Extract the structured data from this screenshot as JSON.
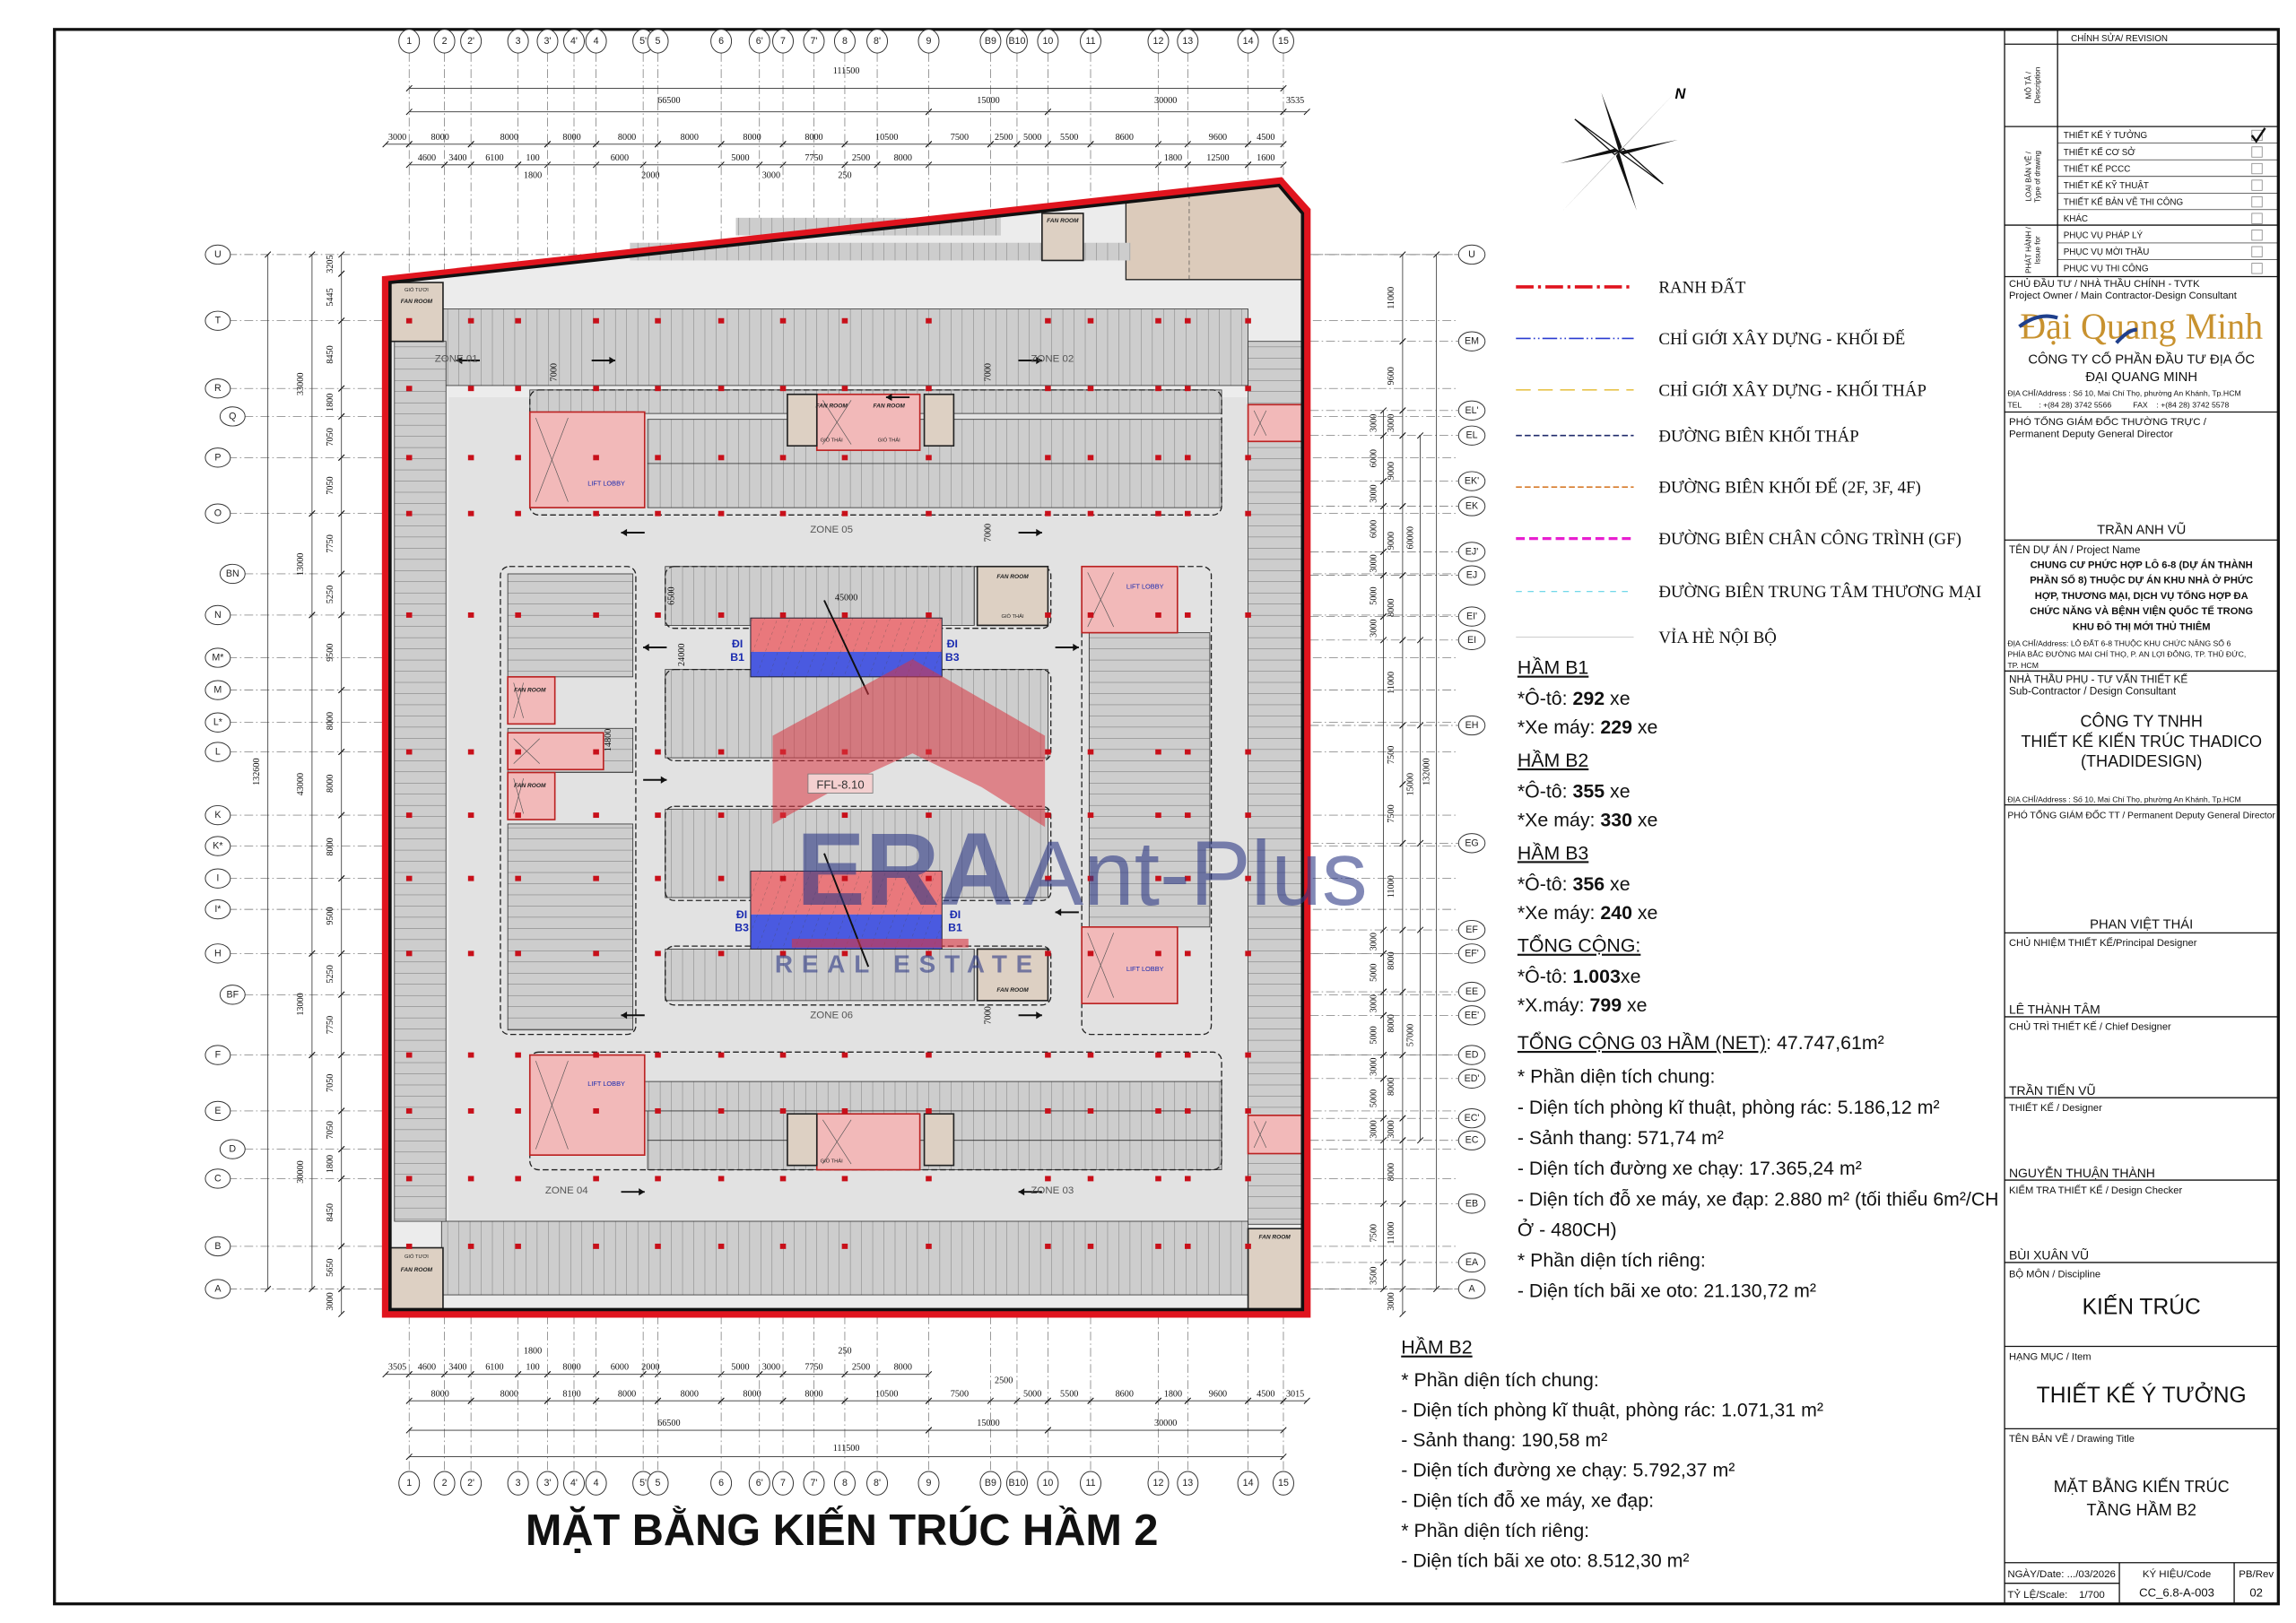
{
  "drawing_title": "MẶT BẰNG KIẾN TRÚC HẦM 2",
  "grid": {
    "columns": [
      "1",
      "2",
      "2'",
      "3",
      "3'",
      "4'",
      "4",
      "5'",
      "5",
      "6",
      "6'",
      "7",
      "7'",
      "8",
      "8'",
      "9",
      "B9",
      "B10",
      "10",
      "11",
      "12",
      "13",
      "14",
      "15"
    ],
    "rows_left": [
      "U",
      "T",
      "R",
      "Q",
      "P",
      "O",
      "BN",
      "N",
      "M*",
      "M",
      "L*",
      "L",
      "K",
      "K*",
      "I",
      "I*",
      "H",
      "BF",
      "F",
      "E",
      "D",
      "C",
      "B",
      "A"
    ],
    "rows_right": [
      "U",
      "EM",
      "EL'",
      "EL",
      "EK'",
      "EK",
      "EJ'",
      "EJ",
      "EI'",
      "EI",
      "EH",
      "EG",
      "EF",
      "EF'",
      "EE",
      "EE'",
      "ED",
      "ED'",
      "EC'",
      "EC",
      "EB",
      "EA",
      "A"
    ]
  },
  "dimensions": {
    "top_overall": [
      [
        "111500",
        "1",
        "15"
      ]
    ],
    "top_totals": [
      [
        "66500",
        "1",
        "9"
      ],
      [
        "15000",
        "9",
        "10"
      ],
      [
        "30000",
        "10",
        "15"
      ],
      [
        "3535",
        "15",
        ">"
      ]
    ],
    "top_main": [
      [
        "3000",
        "<",
        "1"
      ],
      [
        "8000",
        "1",
        "2'"
      ],
      [
        "8000",
        "2'",
        "3'"
      ],
      [
        "8000",
        "3'",
        "4"
      ],
      [
        "8000",
        "4",
        "5"
      ],
      [
        "8000",
        "5",
        "6"
      ],
      [
        "8000",
        "6",
        "7"
      ],
      [
        "8000",
        "7",
        "8"
      ],
      [
        "10500",
        "8",
        "9"
      ],
      [
        "7500",
        "9",
        "B9"
      ],
      [
        "2500",
        "B9",
        "B10"
      ],
      [
        "5000",
        "B10",
        "10"
      ],
      [
        "5500",
        "10",
        "11"
      ],
      [
        "8600",
        "11",
        "12"
      ],
      [
        "9600",
        "13",
        "14"
      ],
      [
        "4500",
        "14",
        "15"
      ]
    ],
    "top_sub": [
      [
        "4600",
        "1",
        "2"
      ],
      [
        "3400",
        "2",
        "2'"
      ],
      [
        "6100",
        "2'",
        "3"
      ],
      [
        "100",
        "3",
        "3'"
      ],
      [
        "6000",
        "4",
        "5'"
      ],
      [
        "5000",
        "6",
        "6'"
      ],
      [
        "7750",
        "7",
        "8"
      ],
      [
        "2500",
        "8",
        "8'"
      ],
      [
        "8000",
        "8'",
        "9"
      ],
      [
        "1800",
        "12",
        "13"
      ],
      [
        "12500",
        "13",
        "14"
      ],
      [
        "1600",
        "14",
        "15"
      ]
    ],
    "top_below": [
      [
        "1800",
        "3",
        "3'"
      ],
      [
        "2000",
        "5'",
        "5"
      ],
      [
        "3000",
        "6'",
        "7"
      ],
      [
        "250",
        "8",
        "8"
      ]
    ],
    "bottom_above": [
      [
        "1800",
        "3",
        "3'"
      ],
      [
        "250",
        "8",
        "8"
      ],
      [
        "2500",
        "B9",
        "B10"
      ]
    ],
    "bottom_sub": [
      [
        "3505",
        "<",
        "1"
      ],
      [
        "4600",
        "1",
        "2"
      ],
      [
        "3400",
        "2",
        "2'"
      ],
      [
        "6100",
        "2'",
        "3"
      ],
      [
        "100",
        "3",
        "3'"
      ],
      [
        "8000",
        "3'",
        "4"
      ],
      [
        "6000",
        "4",
        "5'"
      ],
      [
        "2000",
        "5'",
        "5"
      ],
      [
        "5000",
        "6",
        "6'"
      ],
      [
        "3000",
        "6'",
        "7"
      ],
      [
        "7750",
        "7",
        "8"
      ],
      [
        "2500",
        "8",
        "8'"
      ],
      [
        "8000",
        "8'",
        "9"
      ]
    ],
    "bottom_main": [
      [
        "8000",
        "1",
        "2'"
      ],
      [
        "8000",
        "2'",
        "3'"
      ],
      [
        "8100",
        "3'",
        "4"
      ],
      [
        "8000",
        "4",
        "5"
      ],
      [
        "8000",
        "5",
        "6"
      ],
      [
        "8000",
        "6",
        "7"
      ],
      [
        "8000",
        "7",
        "8"
      ],
      [
        "10500",
        "8",
        "9"
      ],
      [
        "7500",
        "9",
        "B9"
      ],
      [
        "5000",
        "B10",
        "10"
      ],
      [
        "5500",
        "10",
        "11"
      ],
      [
        "8600",
        "11",
        "12"
      ],
      [
        "1800",
        "12",
        "13"
      ],
      [
        "9600",
        "13",
        "14"
      ],
      [
        "4500",
        "14",
        "15"
      ],
      [
        "3015",
        "15",
        ">"
      ]
    ],
    "bottom_totals": [
      [
        "66500",
        "1",
        "9"
      ],
      [
        "15000",
        "9",
        "10"
      ],
      [
        "30000",
        "10",
        "15"
      ]
    ],
    "bottom_overall": [
      [
        "111500",
        "1",
        "15"
      ]
    ],
    "left_chain": [
      [
        "3205",
        "U",
        "edge"
      ],
      [
        "5445",
        "edge",
        "T"
      ],
      [
        "8450",
        "T",
        "R"
      ],
      [
        "1800",
        "R",
        "Q"
      ],
      [
        "7050",
        "Q",
        "P"
      ],
      [
        "7050",
        "P",
        "O"
      ],
      [
        "7750",
        "O",
        "BN"
      ],
      [
        "5250",
        "BN",
        "N"
      ],
      [
        "9500",
        "N",
        "M"
      ],
      [
        "8000",
        "M",
        "L"
      ],
      [
        "8000",
        "L",
        "K"
      ],
      [
        "8000",
        "K",
        "I"
      ],
      [
        "9500",
        "I",
        "H"
      ],
      [
        "5250",
        "H",
        "BF"
      ],
      [
        "7750",
        "BF",
        "F"
      ],
      [
        "7050",
        "F",
        "E"
      ],
      [
        "7050",
        "E",
        "D"
      ],
      [
        "1800",
        "D",
        "C"
      ],
      [
        "8450",
        "C",
        "B"
      ],
      [
        "5650",
        "B",
        "A"
      ],
      [
        "3000",
        "A",
        "ext"
      ]
    ],
    "left_totals": [
      [
        "33000",
        "U",
        "O"
      ],
      [
        "13000",
        "O",
        "N"
      ],
      [
        "43000",
        "N",
        "H"
      ],
      [
        "13000",
        "H",
        "F"
      ],
      [
        "30000",
        "F",
        "A"
      ]
    ],
    "left_overall": [
      [
        "132600",
        "U",
        "A"
      ]
    ],
    "right_chain": [
      [
        "11000",
        "U",
        "EM"
      ],
      [
        "9600",
        "EM",
        "EL'"
      ],
      [
        "3000",
        "EL'",
        "EL"
      ],
      [
        "9000",
        "EL",
        "EK"
      ],
      [
        "9000",
        "EK",
        "EJ"
      ],
      [
        "8000",
        "EJ",
        "EI"
      ],
      [
        "11000",
        "EI",
        "EH"
      ],
      [
        "7500",
        "EH",
        "mid"
      ],
      [
        "7500",
        "mid",
        "EG"
      ],
      [
        "11000",
        "EG",
        "EF"
      ],
      [
        "8000",
        "EF",
        "EE"
      ],
      [
        "8000",
        "EE",
        "ED"
      ],
      [
        "8000",
        "ED",
        "EC'"
      ],
      [
        "3000",
        "EC'",
        "EC"
      ],
      [
        "8000",
        "EC",
        "EB"
      ],
      [
        "11000",
        "EB",
        "EA"
      ],
      [
        "3000",
        "A",
        "ext"
      ]
    ],
    "right_inner": [
      [
        "3000",
        "EL'",
        "EL"
      ],
      [
        "6000",
        "EL",
        "EK'"
      ],
      [
        "3000",
        "EK'",
        "EK"
      ],
      [
        "6000",
        "EK",
        "EJ'"
      ],
      [
        "3000",
        "EJ'",
        "EJ"
      ],
      [
        "5000",
        "EJ",
        "EI'"
      ],
      [
        "3000",
        "EI'",
        "EI"
      ],
      [
        "3000",
        "EF",
        "EF'"
      ],
      [
        "5000",
        "EF'",
        "EE"
      ],
      [
        "3000",
        "EE",
        "EE'"
      ],
      [
        "5000",
        "EE'",
        "ED"
      ],
      [
        "3000",
        "ED",
        "ED'"
      ],
      [
        "5000",
        "ED'",
        "EC'"
      ],
      [
        "3000",
        "EC'",
        "EC"
      ],
      [
        "7500",
        "EB",
        "EA"
      ],
      [
        "3500",
        "EA",
        "A"
      ]
    ],
    "right_totals": [
      [
        "60000",
        "EL",
        "EI"
      ],
      [
        "15000",
        "EH",
        "EG"
      ],
      [
        "57000",
        "EF",
        "EC"
      ]
    ],
    "right_overall": [
      [
        "132000",
        "U",
        "A"
      ]
    ]
  },
  "plan_labels": {
    "zones": [
      "ZONE 01",
      "ZONE 02",
      "ZONE 05",
      "ZONE 06",
      "ZONE 04",
      "ZONE 03"
    ],
    "fan_room": "FAN ROOM",
    "lift_lobby": "LIFT LOBBY",
    "exhaust": "GIÓ THẢI",
    "fresh_air": "GIÓ TƯƠI",
    "ffl": "FFL-8.10",
    "ramp_b1": "ĐI B1",
    "ramp_b3": "ĐI B3",
    "inner_dims": [
      "7000",
      "7000",
      "7000",
      "7000",
      "45000",
      "14800",
      "24000",
      "6500"
    ]
  },
  "legend": {
    "items": [
      {
        "label": "RANH ĐẤT",
        "color": "#e0141e",
        "style": "dashdot-thick"
      },
      {
        "label": "CHỈ GIỚI XÂY DỰNG - KHỐI ĐẾ",
        "color": "#2a3bd0",
        "style": "dashdotdot"
      },
      {
        "label": "CHỈ GIỚI XÂY DỰNG - KHỐI THÁP",
        "color": "#e8c34a",
        "style": "dash-long"
      },
      {
        "label": "ĐƯỜNG BIÊN KHỐI THÁP",
        "color": "#1f2a6b",
        "style": "dash"
      },
      {
        "label": "ĐƯỜNG BIÊN KHỐI ĐẾ (2F, 3F, 4F)",
        "color": "#d77a2a",
        "style": "dash"
      },
      {
        "label": "ĐƯỜNG BIÊN CHÂN CÔNG TRÌNH (GF)",
        "color": "#e81fd0",
        "style": "dash-thick"
      },
      {
        "label": "ĐƯỜNG BIÊN TRUNG TÂM THƯƠNG MẠI",
        "color": "#5fd3e6",
        "style": "dash-fine"
      },
      {
        "label": "VỈA HÈ NỘI BỘ",
        "color": "#cccccc",
        "style": "solid"
      }
    ]
  },
  "parking_summary": [
    {
      "heading": "HẦM B1",
      "lines": [
        {
          "label": "*Ô-tô: ",
          "value": "292",
          "unit": " xe"
        },
        {
          "label": "*Xe máy: ",
          "value": "229",
          "unit": " xe"
        }
      ]
    },
    {
      "heading": "HẦM B2",
      "lines": [
        {
          "label": "*Ô-tô: ",
          "value": "355",
          "unit": " xe"
        },
        {
          "label": "*Xe máy: ",
          "value": "330",
          "unit": " xe"
        }
      ]
    },
    {
      "heading": "HẦM B3",
      "lines": [
        {
          "label": "*Ô-tô: ",
          "value": "356",
          "unit": " xe"
        },
        {
          "label": "*Xe máy: ",
          "value": "240",
          "unit": " xe"
        }
      ]
    },
    {
      "heading": "TỔNG CỘNG:",
      "lines": [
        {
          "label": "*Ô-tô: ",
          "value": "1.003",
          "unit": "xe"
        },
        {
          "label": "*X.máy: ",
          "value": "799",
          "unit": " xe"
        }
      ]
    }
  ],
  "area_total": {
    "heading": "TỔNG CỘNG 03 HẦM (NET)",
    "value": ": 47.747,61m²",
    "lines": [
      "* Phần diện tích chung:",
      "- Diện tích phòng kĩ thuật, phòng rác: 5.186,12 m²",
      "- Sảnh thang: 571,74 m²",
      "- Diện tích đường xe chạy: 17.365,24 m²",
      "- Diện tích đỗ xe máy, xe đạp: 2.880 m² (tối thiểu 6m²/CH",
      "Ở - 480CH)",
      "* Phần diện tích riêng:",
      "- Diện tích bãi xe oto: 21.130,72 m²"
    ]
  },
  "area_b2": {
    "heading": "HẦM B2",
    "lines": [
      "* Phần diện tích chung:",
      "- Diện tích phòng kĩ thuật, phòng rác: 1.071,31 m²",
      "- Sảnh thang: 190,58 m²",
      "- Diện tích đường xe chạy: 5.792,37 m²",
      "- Diện tích đỗ xe máy, xe đạp:",
      "* Phần diện tích riêng:",
      "- Diện tích bãi xe oto: 8.512,30 m²"
    ]
  },
  "watermark": {
    "line1": "ERA",
    "line2": "Ant-Plus",
    "line3": "REAL ESTATE",
    "red": "#d8343f",
    "blue": "#2e3a86"
  },
  "compass": {
    "label": "N"
  },
  "title_block": {
    "revision_header": "CHỈNH SỬA/ REVISION",
    "description_label": "MÔ TẢ / Description",
    "type_label": "LOẠI BẢN VẼ / Type of drawing",
    "issue_label": "PHÁT HÀNH /Issue for",
    "drawing_types": [
      {
        "label": "THIẾT KẾ Ý TƯỞNG",
        "checked": true
      },
      {
        "label": "THIẾT KẾ CƠ SỞ",
        "checked": false
      },
      {
        "label": "THIẾT KẾ PCCC",
        "checked": false
      },
      {
        "label": "THIẾT KẾ KỸ THUẬT",
        "checked": false
      },
      {
        "label": "THIẾT KẾ BẢN VẼ THI CÔNG",
        "checked": false
      },
      {
        "label": "KHÁC",
        "checked": false
      }
    ],
    "issue_types": [
      {
        "label": "PHỤC VỤ PHÁP LÝ",
        "checked": false
      },
      {
        "label": "PHỤC VỤ MỜI THẦU",
        "checked": false
      },
      {
        "label": "PHỤC VỤ THI CÔNG",
        "checked": false
      }
    ],
    "owner_label_vi": "CHỦ ĐẦU TƯ / NHÀ THẦU CHÍNH - TVTK",
    "owner_label_en": "Project Owner / Main Contractor-Design Consultant",
    "owner_logo": "Đại Quang Minh",
    "owner_name_1": "CÔNG TY CỔ PHẦN ĐẦU TƯ ĐỊA ỐC",
    "owner_name_2": "ĐẠI QUANG MINH",
    "owner_address": "ĐỊA CHỈ/Address : Số 10, Mai Chí Thọ, phường An Khánh, Tp.HCM",
    "owner_tel": "TEL        : +(84 28) 3742 5566          FAX    : +(84 28) 3742 5578",
    "owner_director_label_vi": "PHÓ TỔNG GIÁM ĐỐC THƯỜNG TRỰC /",
    "owner_director_label_en": "Permanent Deputy General Director",
    "owner_director_name": "TRẦN ANH VŨ",
    "project_label": "TÊN DỰ ÁN / Project Name",
    "project_name": [
      "CHUNG CƯ PHỨC HỢP LÔ 6-8 (DỰ ÁN THÀNH",
      "PHẦN SỐ 8) THUỘC DỰ ÁN KHU NHÀ Ở PHỨC",
      "HỢP, THƯƠNG MẠI, DỊCH VỤ TỔNG HỢP ĐA",
      "CHỨC NĂNG VÀ BỆNH VIỆN QUỐC TẾ TRONG",
      "KHU ĐÔ THỊ MỚI THỦ THIÊM"
    ],
    "project_address": [
      "ĐỊA CHỈ/Address: LÔ ĐẤT 6-8 THUỘC KHU CHỨC NĂNG SỐ 6",
      "PHÍA BẮC ĐƯỜNG MAI CHÍ THỌ, P. AN LỢI ĐÔNG, TP. THỦ ĐỨC,",
      "TP. HCM"
    ],
    "sub_label_vi": "NHÀ THẦU PHỤ - TƯ VẤN THIẾT KẾ",
    "sub_label_en": "Sub-Contractor / Design Consultant",
    "sub_name": [
      "CÔNG TY TNHH",
      "THIẾT KẾ KIẾN TRÚC THADICO",
      "(THADIDESIGN)"
    ],
    "sub_address": "ĐỊA CHỈ/Address : Số 10, Mai Chí Thọ, phường An Khánh, Tp.HCM",
    "sub_director_label": "PHÓ TỔNG GIÁM ĐỐC TT / Permanent Deputy General Director",
    "sub_director_name": "PHAN VIỆT THÁI",
    "principal_label": "CHỦ NHIỆM THIẾT KẾ/Principal Designer",
    "principal_name": "LÊ THÀNH TÂM",
    "chief_label": "CHỦ TRÌ THIẾT KẾ / Chief Designer",
    "chief_name": "TRẦN TIẾN VŨ",
    "designer_label": "THIẾT KẾ / Designer",
    "designer_name": "NGUYỄN THUẬN THÀNH",
    "checker_label": "KIỂM TRA THIẾT KẾ / Design Checker",
    "checker_name": "BÙI XUÂN VŨ",
    "discipline_label": "BỘ MÔN / Discipline",
    "discipline": "KIẾN TRÚC",
    "item_label": "HẠNG MỤC / Item",
    "item": "THIẾT KẾ Ý TƯỞNG",
    "drawing_title_label": "TÊN BẢN VẼ / Drawing Title",
    "drawing_title_1": "MẶT BẰNG KIẾN TRÚC",
    "drawing_title_2": "TẦNG HẦM B2",
    "date": "NGÀY/Date: .../03/2026",
    "scale": "TỶ LỆ/Scale:    1/700",
    "code_label": "KÝ HIỆU/Code",
    "code": "CC_6.8-A-003",
    "rev_label": "PB/Rev",
    "rev": "02"
  }
}
